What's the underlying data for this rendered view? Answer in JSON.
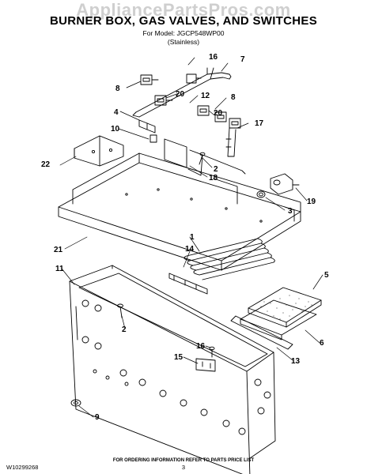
{
  "watermark": "AppliancePartsPros.com",
  "header": {
    "title": "BURNER BOX, GAS VALVES, AND SWITCHES",
    "model_line": "For Model: JGCP548WP00",
    "variant": "(Stainless)"
  },
  "callouts": [
    "16",
    "7",
    "8",
    "20",
    "12",
    "8",
    "4",
    "20",
    "17",
    "10",
    "22",
    "2",
    "18",
    "19",
    "3",
    "21",
    "1",
    "14",
    "11",
    "5",
    "2",
    "6",
    "16",
    "13",
    "15",
    "9"
  ],
  "footer": {
    "note": "FOR ORDERING INFORMATION REFER TO PARTS PRICE LIST",
    "doc_id": "W10299268",
    "page": "3"
  }
}
